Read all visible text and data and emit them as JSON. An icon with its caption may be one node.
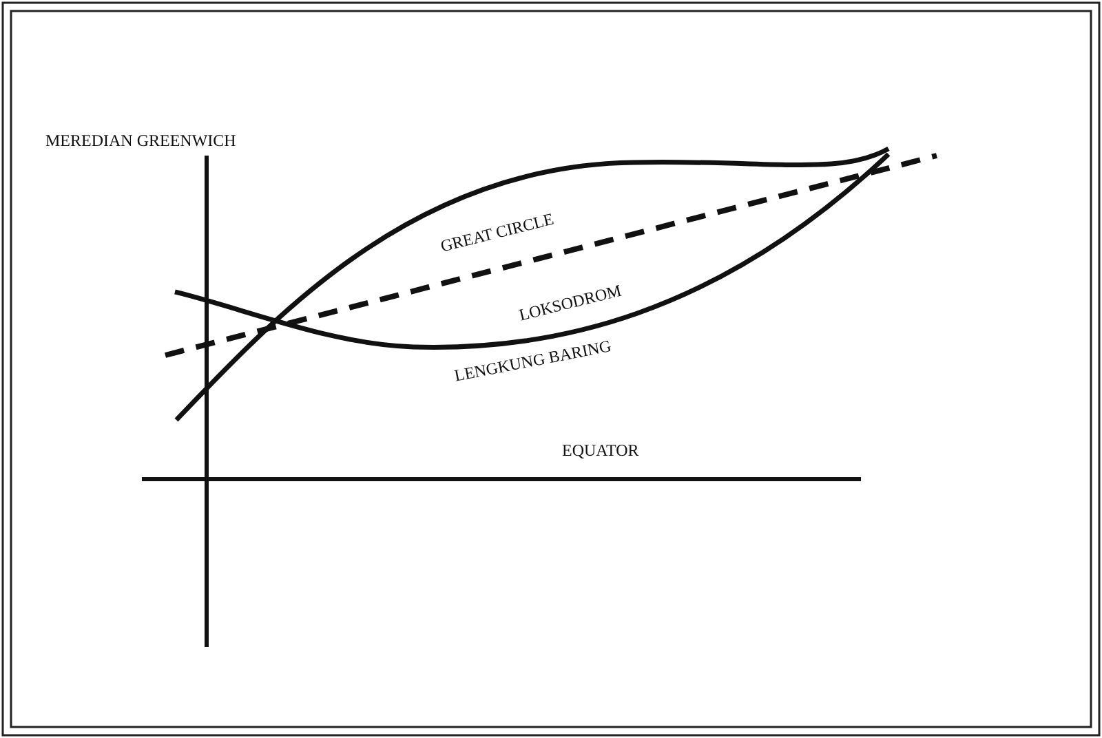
{
  "diagram": {
    "labels": [
      "MEREDIAN GREENWICH",
      "GREAT CIRCLE",
      "LOKSODROM",
      "LENGKUNG BARING",
      "EQUATOR"
    ]
  }
}
